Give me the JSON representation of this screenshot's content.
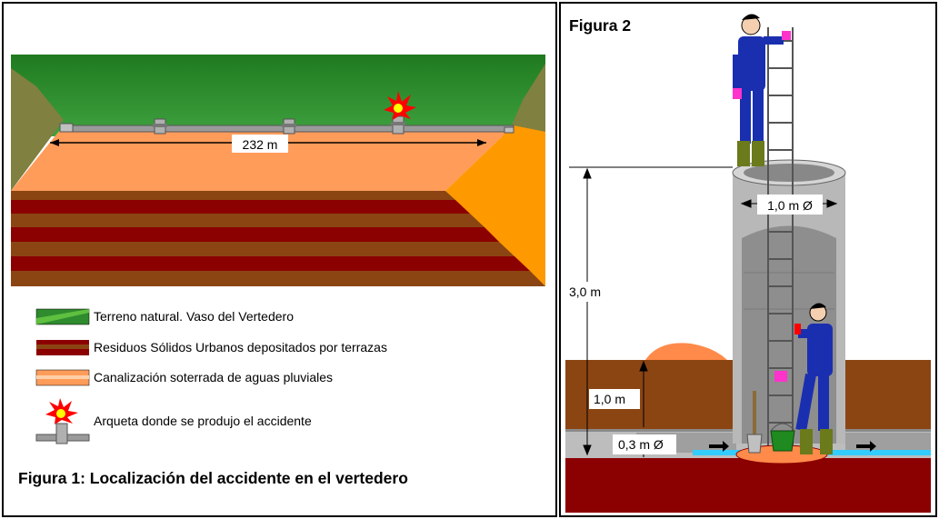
{
  "figure1": {
    "distance_label": "232 m",
    "legend": [
      {
        "key": "terrain",
        "label": "Terreno natural. Vaso del Vertedero"
      },
      {
        "key": "waste",
        "label": "Residuos Sólidos Urbanos depositados por terrazas"
      },
      {
        "key": "pipe",
        "label": "Canalización soterrada de aguas pluviales"
      },
      {
        "key": "manhole",
        "label": "Arqueta donde se produjo el accidente"
      }
    ],
    "caption": "Figura 1: Localización del accidente en el vertedero"
  },
  "figure2": {
    "title": "Figura 2",
    "diameter_label": "1,0 m Ø",
    "depth_label": "3,0 m",
    "soil_label": "1,0 m",
    "pipe_label": "0,3 m Ø"
  },
  "colors": {
    "terrain": "#2e8b2e",
    "slope": "#808040",
    "waste_dark": "#8b0000",
    "waste_brown": "#8b4513",
    "surface": "#ff9c5a",
    "side": "#ff9900",
    "soil": "#8b4513",
    "concrete": "#bdbdbd",
    "worker": "#1a2fb0",
    "water": "#33ccff"
  }
}
